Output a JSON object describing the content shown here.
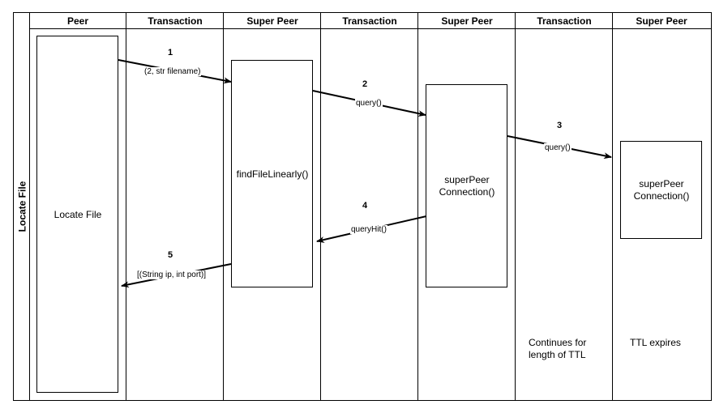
{
  "pool": {
    "label": "Locate File"
  },
  "lanes": [
    {
      "title": "Peer"
    },
    {
      "title": "Transaction"
    },
    {
      "title": "Super Peer"
    },
    {
      "title": "Transaction"
    },
    {
      "title": "Super Peer"
    },
    {
      "title": "Transaction"
    },
    {
      "title": "Super Peer"
    }
  ],
  "activities": {
    "locate_file": "Locate File",
    "find_file": "findFileLinearly()",
    "super_peer_conn_1": "superPeer\nConnection()",
    "super_peer_conn_2": "superPeer\nConnection()"
  },
  "messages": [
    {
      "step": "1",
      "label": "(2, str filename)"
    },
    {
      "step": "2",
      "label": "query()"
    },
    {
      "step": "3",
      "label": "query()"
    },
    {
      "step": "4",
      "label": "queryHit()"
    },
    {
      "step": "5",
      "label": "[(String ip, int port)]"
    }
  ],
  "notes": {
    "continues": "Continues for\nlength of TTL",
    "ttl_expires": "TTL expires"
  }
}
